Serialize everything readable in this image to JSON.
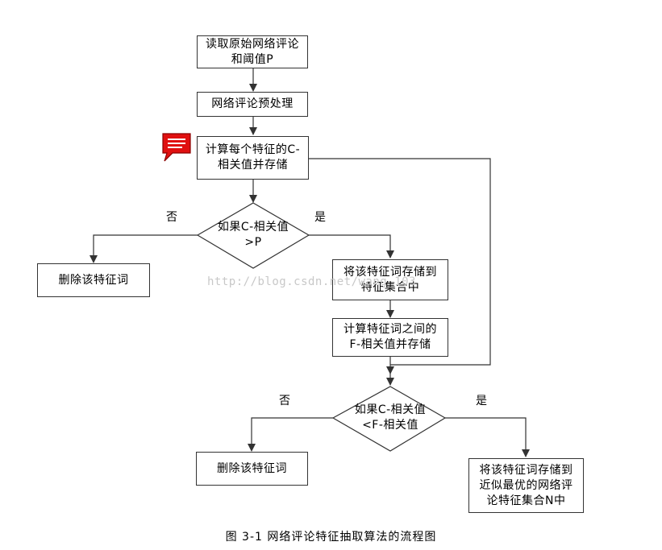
{
  "nodes": {
    "read_input": "读取原始网络评论\n和阈值P",
    "preprocess": "网络评论预处理",
    "compute_c": "计算每个特征的C-\n相关值并存储",
    "decision_c_p": "如果C-相关值\n>P",
    "delete_word_1": "删除该特征词",
    "store_feature_set": "将该特征词存储到\n特征集合中",
    "compute_f": "计算特征词之间的\nF-相关值并存储",
    "decision_c_f": "如果C-相关值\n<F-相关值",
    "delete_word_2": "删除该特征词",
    "store_optimal_set": "将该特征词存储到\n近似最优的网络评\n论特征集合N中"
  },
  "labels": {
    "no_1": "否",
    "yes_1": "是",
    "no_2": "否",
    "yes_2": "是"
  },
  "watermark": "http://blog.csdn.net/wang_103",
  "caption": "图 3-1 网络评论特征抽取算法的流程图",
  "colors": {
    "line": "#333333",
    "comment_icon": "#e01010"
  },
  "icons": {
    "comment": "comment-bubble-icon"
  }
}
